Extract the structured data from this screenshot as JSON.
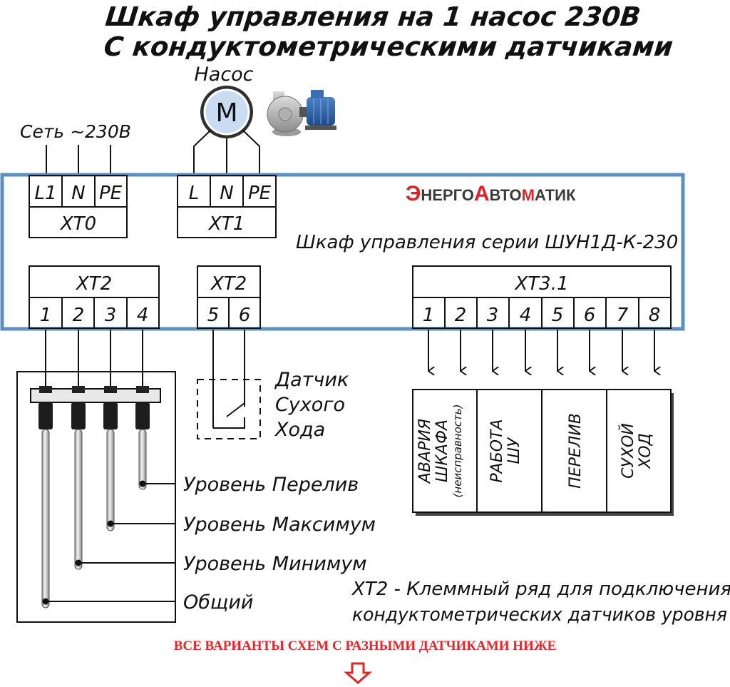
{
  "title": {
    "line1": "Шкаф управления на 1 насос 230В",
    "line2": "С кондуктометрическими датчиками"
  },
  "pump": {
    "label": "Насос",
    "motor_symbol": "M"
  },
  "mains": {
    "label": "Сеть ~230В"
  },
  "cabinet": {
    "brand": "ЭНЕРГОАВТОМАТИК",
    "series": "Шкаф управления серии ШУН1Д-К-230",
    "border_color": "#5b8fc0",
    "brand_accent": "#d9232b"
  },
  "terminals": {
    "xt0": {
      "name": "XT0",
      "pins": [
        "L1",
        "N",
        "PE"
      ]
    },
    "xt1": {
      "name": "XT1",
      "pins": [
        "L",
        "N",
        "PE"
      ]
    },
    "xt2a": {
      "name": "XT2",
      "pins": [
        "1",
        "2",
        "3",
        "4"
      ]
    },
    "xt2b": {
      "name": "XT2",
      "pins": [
        "5",
        "6"
      ]
    },
    "xt31": {
      "name": "XT3.1",
      "pins": [
        "1",
        "2",
        "3",
        "4",
        "5",
        "6",
        "7",
        "8"
      ]
    }
  },
  "dry_run_sensor": {
    "line1": "Датчик",
    "line2": "Сухого",
    "line3": "Хода"
  },
  "level_labels": {
    "overflow": "Уровень Перелив",
    "max": "Уровень Максимум",
    "min": "Уровень Минимум",
    "common": "Общий"
  },
  "outputs": {
    "alarm": {
      "line1": "АВАРИЯ",
      "line2": "ШКАФА",
      "line3": "(неисправность)"
    },
    "work": {
      "line1": "РАБОТА",
      "line2": "ШУ"
    },
    "overflow": {
      "line1": "ПЕРЕЛИВ"
    },
    "dry": {
      "line1": "СУХОЙ",
      "line2": "ХОД"
    }
  },
  "note": {
    "line1": "XT2 - Клеммный ряд для подключения",
    "line2": "кондуктометрических датчиков уровня"
  },
  "footer": {
    "text": "ВСЕ ВАРИАНТЫ СХЕМ С РАЗНЫМИ ДАТЧИКАМИ НИЖЕ",
    "color": "#e3262a"
  }
}
